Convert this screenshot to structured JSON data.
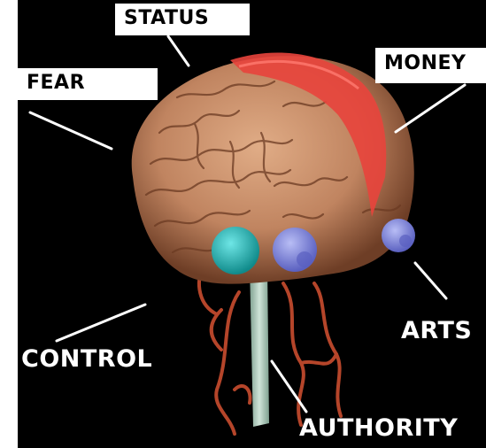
{
  "labels": {
    "status": "STATUS",
    "fear": "FEAR",
    "money": "MONEY",
    "arts": "ARTS",
    "control": "CONTROL",
    "authority": "AUTHORITY"
  },
  "colors": {
    "background": "#000000",
    "brain": "#c9906a",
    "brain_shadow": "#7a4a30",
    "red_region": "#e8443c",
    "teal_region": "#1fb5b5",
    "blue_region": "#7f86e0",
    "vessels": "#b5452a",
    "spinal_cord": "#a8c8b8",
    "leader_lines": "#ffffff"
  }
}
